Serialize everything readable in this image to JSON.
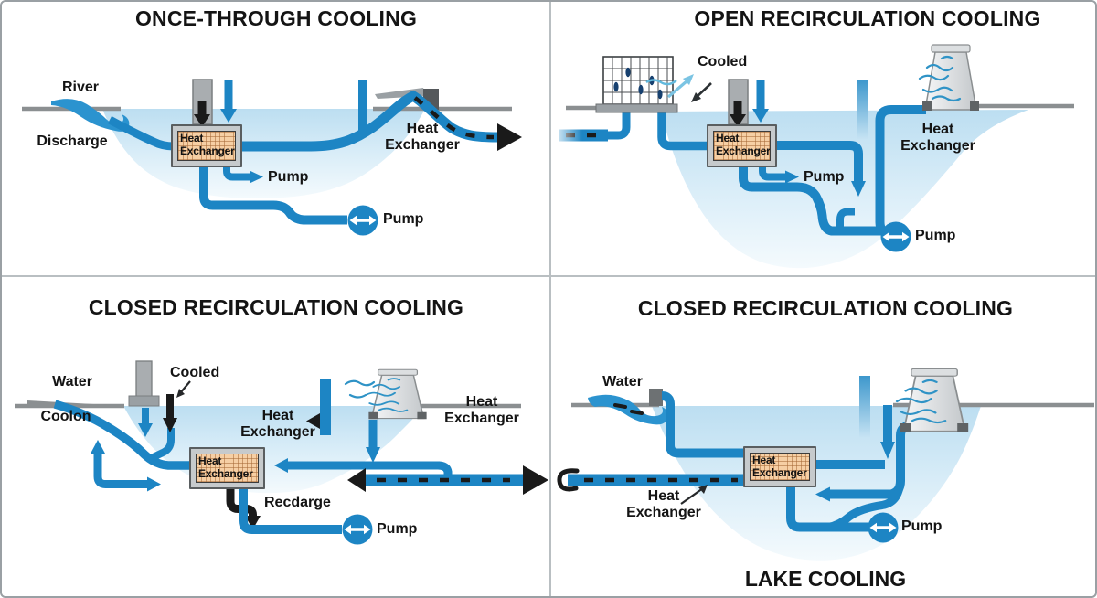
{
  "colors": {
    "pipe": "#1d85c4",
    "river": "#2b93cf",
    "ground": "#8b8f91",
    "black": "#1a1a1a",
    "water_top": "#bcdef1",
    "water_bottom": "#f4fafd",
    "box_fill": "#f6cfa4",
    "box_frame": "#c6cacc",
    "cooled_arrow": "#7bc4e3"
  },
  "panels": {
    "p1": {
      "title": "ONCE-THROUGH COOLING",
      "labels": {
        "river": "River",
        "discharge": "Discharge",
        "hx_box": "Heat Exchanger",
        "pump_small": "Pump",
        "hx_right": "Heat Exchanger",
        "pump_main": "Pump"
      }
    },
    "p2": {
      "title": "OPEN RECIRCULATION COOLING",
      "labels": {
        "cooled": "Cooled",
        "hx_box": "Heat Exchanger",
        "pump_small": "Pump",
        "hx_right": "Heat Exchanger",
        "pump_main": "Pump"
      }
    },
    "p3": {
      "title": "CLOSED RECIRCULATION COOLING",
      "labels": {
        "water": "Water",
        "coolon": "Coolon",
        "cooled": "Cooled",
        "hx_mid": "Heat Exchanger",
        "hx_box": "Heat Exchanger",
        "hx_right": "Heat Exchanger",
        "recharge": "Recdarge",
        "pump_main": "Pump"
      }
    },
    "p4": {
      "title": "CLOSED RECIRCULATION COOLING",
      "subtitle": "LAKE COOLING",
      "labels": {
        "water": "Water",
        "hx_box": "Heat Exchanger",
        "hx_below": "Heat Exchanger",
        "pump_main": "Pump"
      }
    }
  }
}
